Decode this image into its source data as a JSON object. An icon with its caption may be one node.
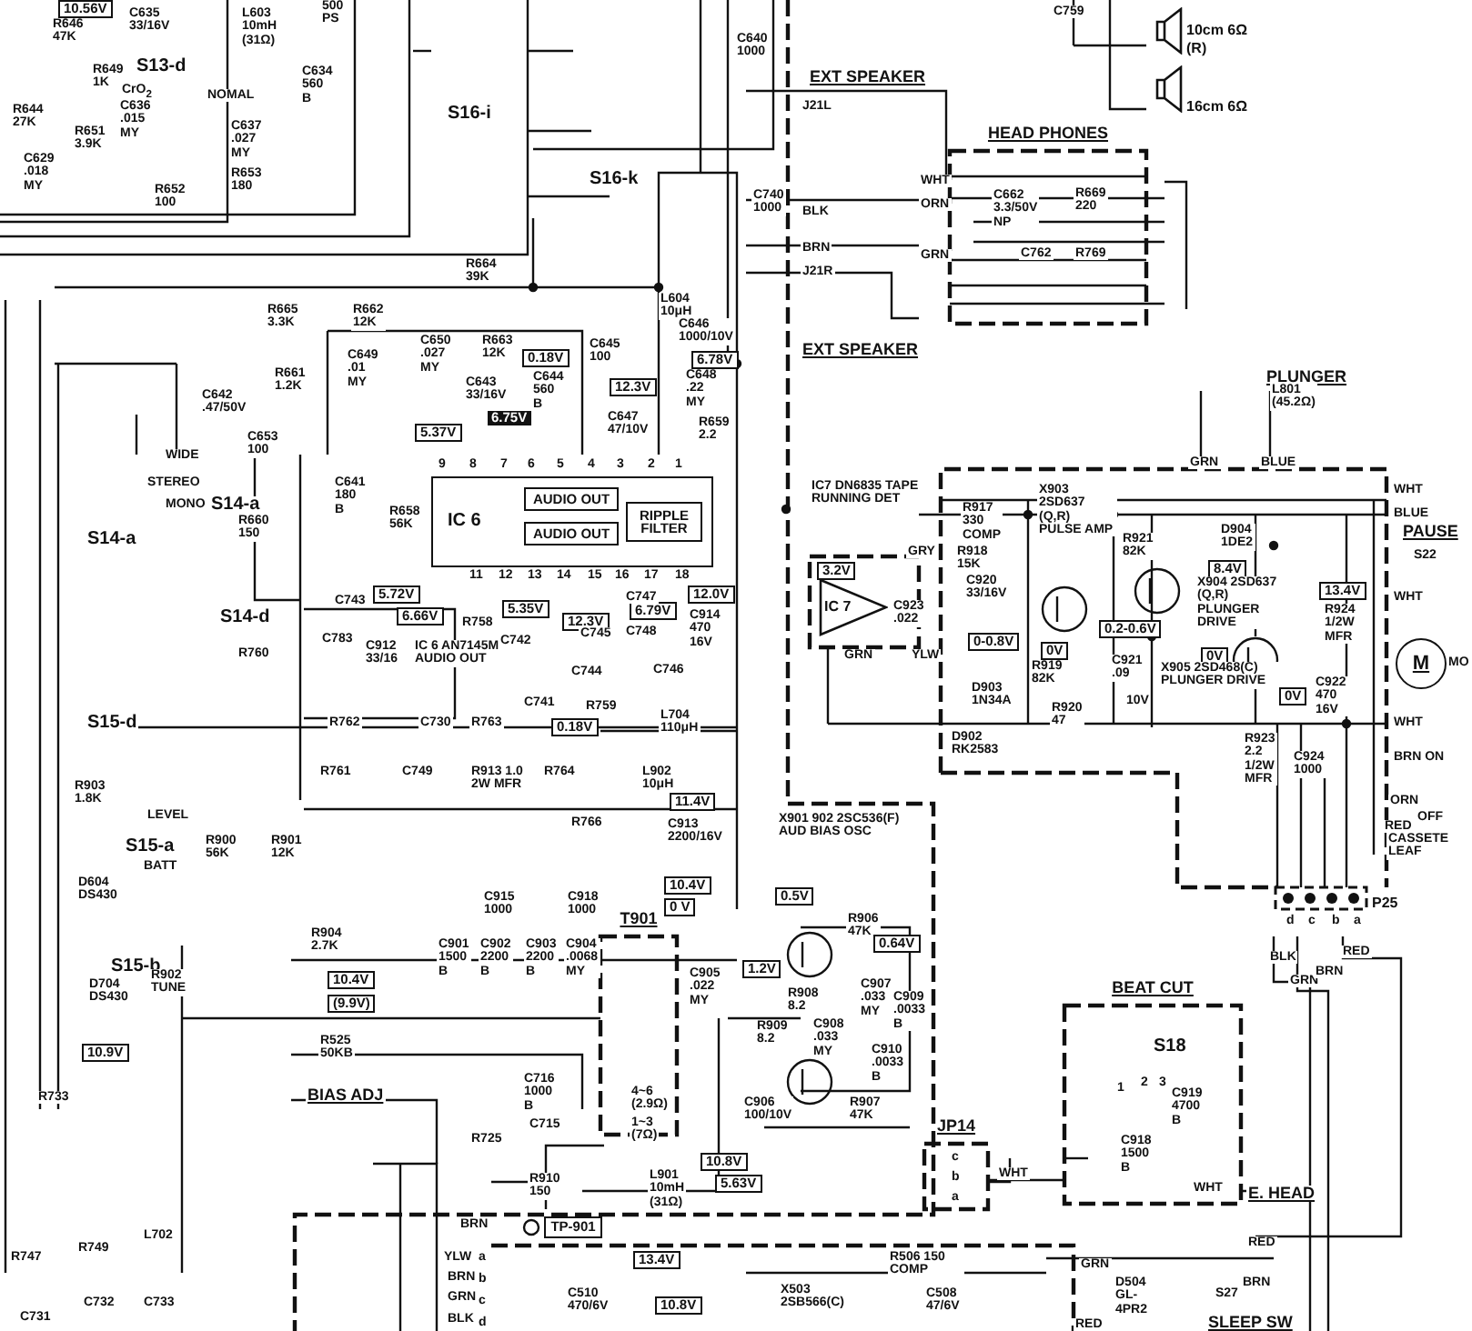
{
  "diagram": {
    "nodes": [
      {
        "text": [
          "HEAD PHONES"
        ]
      },
      {
        "text": [
          "IC 6"
        ]
      },
      {
        "text": [
          "AUDIO OUT"
        ],
        "in": 1
      },
      {
        "text": [
          "AUDIO OUT"
        ],
        "in": 1
      },
      {
        "text": [
          "RIPPLE FILTER"
        ],
        "in": 1
      },
      {
        "text": [
          "IC 7"
        ]
      },
      {
        "text": [],
        "shape": "picture",
        "beside": [
          "10cm 6Ω",
          "(R)"
        ]
      },
      {
        "text": [],
        "shape": "picture",
        "beside": [
          "16cm 6Ω"
        ]
      },
      {
        "text": [
          "M"
        ],
        "beside": [
          "MO"
        ]
      },
      {
        "text": [
          "T901"
        ]
      },
      {
        "text": [
          "JP14"
        ]
      },
      {
        "text": [
          "BEAT CUT"
        ]
      },
      {
        "text": [],
        "shape": "box",
        "beside": [
          "P25"
        ]
      },
      {
        "text": [
          "TP-901"
        ]
      }
    ],
    "edges": [
      {
        "from": 10,
        "to": 11,
        "arrow": "none"
      }
    ],
    "labels": [
      "10.56V",
      "R646 47K",
      "C635 33/16V",
      "L603 10mH (31Ω)",
      "500 PS",
      "R649 1K",
      "S13-d",
      "C634 560 B",
      "CrO$_{2}$",
      "NOMAL",
      "C636 .015 MY",
      "R651 3.9K",
      "C637 .027 MY",
      "R644 27K",
      "C629 .018 MY",
      "R652 100",
      "R653 180",
      "S16-i",
      "C640 1000",
      "EXT SPEAKER",
      "C759",
      "J21L",
      "S16-k",
      "C740 1000",
      "BLK",
      "WHT",
      "ORN",
      "C662 3.3/50V NP",
      "R669 220",
      "BRN",
      "GRN",
      "C762",
      "R769",
      "J21R",
      "R664 39K",
      "L604 10μH",
      "C646 1000/10V",
      "R665 3.3K",
      "R662 12K",
      "C650 .027 MY",
      "R663 12K",
      "C645 100",
      "0.18V",
      "6.78V",
      "EXT SPEAKER",
      "C649 .01 MY",
      "R661 1.2K",
      "C644 560 B",
      "C643 33/16V",
      "12.3V",
      "C648 .22 MY",
      "PLUNGER",
      "C642 .47/50V",
      "L801 (45.2Ω)",
      "C647 47/10V",
      "R659 2.2",
      "6.75V",
      "5.37V",
      "C653 100",
      "WIDE",
      "GRN",
      "BLUE",
      "STEREO",
      "C641 180 B",
      "9",
      "8",
      "7",
      "6",
      "5",
      "4",
      "3",
      "2",
      "1",
      "MONO",
      "S14-a",
      "R658 56K",
      "R660 150",
      "S14-a",
      "11",
      "12",
      "13",
      "14",
      "15",
      "16",
      "17",
      "18",
      "5.72V",
      "12.0V",
      "6.79V",
      "6.66V",
      "C743",
      "5.35V",
      "12.3V",
      "C747",
      "C914 470 16V",
      "R758",
      "C745",
      "C748",
      "S14-d",
      "C783",
      "C912 33/16",
      "IC 6 AN7145M AUDIO OUT",
      "C742",
      "R760",
      "C744",
      "C746",
      "C741",
      "R759",
      "L704 110μH",
      "S15-d",
      "0.18V",
      "R762",
      "C730",
      "R763",
      "R761",
      "C749",
      "R913 1.0 2W MFR",
      "R764",
      "L902 10μH",
      "R903 1.8K",
      "11.4V",
      "LEVEL",
      "R766",
      "C913 2200/16V",
      "S15-a",
      "R900 56K",
      "R901 12K",
      "BATT",
      "D604 DS430",
      "X901 902 2SC536(F) AUD BIAS OSC",
      "10.4V",
      "0 V",
      "0.5V",
      "C915 1000",
      "C918 1000",
      "R906 47K",
      "0.64V",
      "C901 1500 B",
      "C902 2200 B",
      "C903 2200 B",
      "C904 .0068 MY",
      "R904 2.7K",
      "S15-b",
      "R902 TUNE",
      "1.2V",
      "C905 .022 MY",
      "10.4V",
      "D704 DS430",
      "R908 8.2",
      "C907 .033 MY",
      "C909 .0033 B",
      "(9.9V)",
      "R909 8.2",
      "C908 .033 MY",
      "C910 .0033 B",
      "R525 50KB",
      "10.9V",
      "C716 1000 B",
      "R733",
      "BIAS ADJ",
      "4~6 (2.9Ω)",
      "C906 100/10V",
      "R907 47K",
      "1~3 (7Ω)",
      "C715",
      "R725",
      "10.8V",
      "C919 4700 B",
      "S18",
      "1",
      "2",
      "3",
      "C918 1500 B",
      "R910 150",
      "L901 10mH (31Ω)",
      "5.63V",
      "WHT",
      "c",
      "b",
      "a",
      "WHT",
      "E. HEAD",
      "BRN",
      "R747",
      "R749",
      "L702",
      "YLW",
      "a",
      "13.4V",
      "b",
      "c",
      "d",
      "BRN",
      "GRN",
      "BLK",
      "C732",
      "C733",
      "C731",
      "10.8V",
      "C510 470/6V",
      "R506 150 COMP",
      "GRN",
      "X503 2SB566(C)",
      "C508 47/6V",
      "D504 GL-4PR2",
      "S27",
      "BRN",
      "RED",
      "RED",
      "SLEEP SW",
      "d",
      "c",
      "b",
      "a",
      "BLK",
      "GRN",
      "BRN",
      "RED",
      "IC7 DN6835 TAPE RUNNING DET",
      "GRY",
      "3.2V",
      "R917 330 COMP",
      "X903 2SD637 (Q,R) PULSE AMP",
      "R921 82K",
      "R918 15K",
      "D904 1DE2",
      "C920 33/16V",
      "8.4V",
      "X904 2SD637 (Q,R) PLUNGER DRIVE",
      "13.4V",
      "C923 .022",
      "R924 1/2W MFR",
      "0.2-0.6V",
      "GRN",
      "YLW",
      "0-0.8V",
      "0V",
      "0V",
      "R919 82K",
      "C921 .09",
      "X905 2SD468(C) PLUNGER DRIVE",
      "10V",
      "0V",
      "C922 470 16V",
      "D903 1N34A",
      "R920 47",
      "D902 RK2583",
      "R923 2.2 1/2W MFR",
      "C924 1000",
      "WHT",
      "BLUE",
      "PAUSE",
      "S22",
      "WHT",
      "WHT",
      "BRN ON",
      "ORN",
      "OFF",
      "RED",
      "CASSETE LEAF"
    ]
  }
}
